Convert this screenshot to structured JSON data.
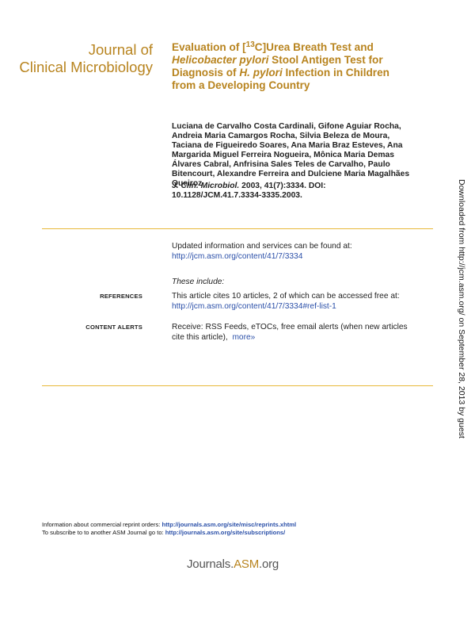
{
  "journal": {
    "line1": "Journal of",
    "line2": "Clinical Microbiology"
  },
  "title": {
    "line1_pre": "Evaluation of [",
    "line1_sup": "13",
    "line1_post": "C]Urea Breath Test and",
    "line2_italic": "Helicobacter pylori",
    "line2_post": " Stool Antigen Test for",
    "line3_pre": "Diagnosis of  ",
    "line3_italic": "H. pylori",
    "line3_post": " Infection in Children",
    "line4": "from a Developing Country"
  },
  "authors": {
    "lines": [
      "Luciana de Carvalho Costa Cardinali, Gifone Aguiar Rocha,",
      "Andreia Maria Camargos Rocha, Silvia Beleza de Moura,",
      "Taciana de Figueiredo Soares, Ana Maria Braz Esteves, Ana",
      "Margarida Miguel Ferreira Nogueira, Mônica Maria Demas",
      "Álvares Cabral, Anfrisina Sales Teles de Carvalho, Paulo",
      "Bitencourt, Alexandre Ferreira and Dulciene Maria Magalhães",
      "Queiroz"
    ]
  },
  "citation": {
    "journal_abbrev": "J. Clin. Microbiol.",
    "line1_rest": " 2003, 41(7):3334. DOI:",
    "line2": "10.1128/JCM.41.7.3334-3335.2003."
  },
  "updated": {
    "text": "Updated information and services can be found at:",
    "url": "http://jcm.asm.org/content/41/7/3334"
  },
  "these_include": "These include:",
  "references": {
    "label": "REFERENCES",
    "text": "This article cites 10 articles, 2 of which can be accessed free at:",
    "url": "http://jcm.asm.org/content/41/7/3334#ref-list-1"
  },
  "alerts": {
    "label": "CONTENT ALERTS",
    "line1": "Receive: RSS Feeds, eTOCs, free email alerts (when new articles",
    "line2": "cite this article),",
    "more": "more»"
  },
  "download_note": "Downloaded from http://jcm.asm.org/ on September 28, 2013 by guest",
  "footer": {
    "reprints_text": "Information about commercial reprint orders: ",
    "reprints_url": "http://journals.asm.org/site/misc/reprints.xhtml",
    "subscribe_text": "To subscribe to to another ASM Journal go to: ",
    "subscribe_url": "http://journals.asm.org/site/subscriptions/"
  },
  "asm_logo": {
    "pre": "Journals.",
    "asm": "ASM",
    "post": ".org"
  },
  "colors": {
    "accent": "#b8841f",
    "rule": "#e8b838",
    "link": "#2a4fa8"
  }
}
